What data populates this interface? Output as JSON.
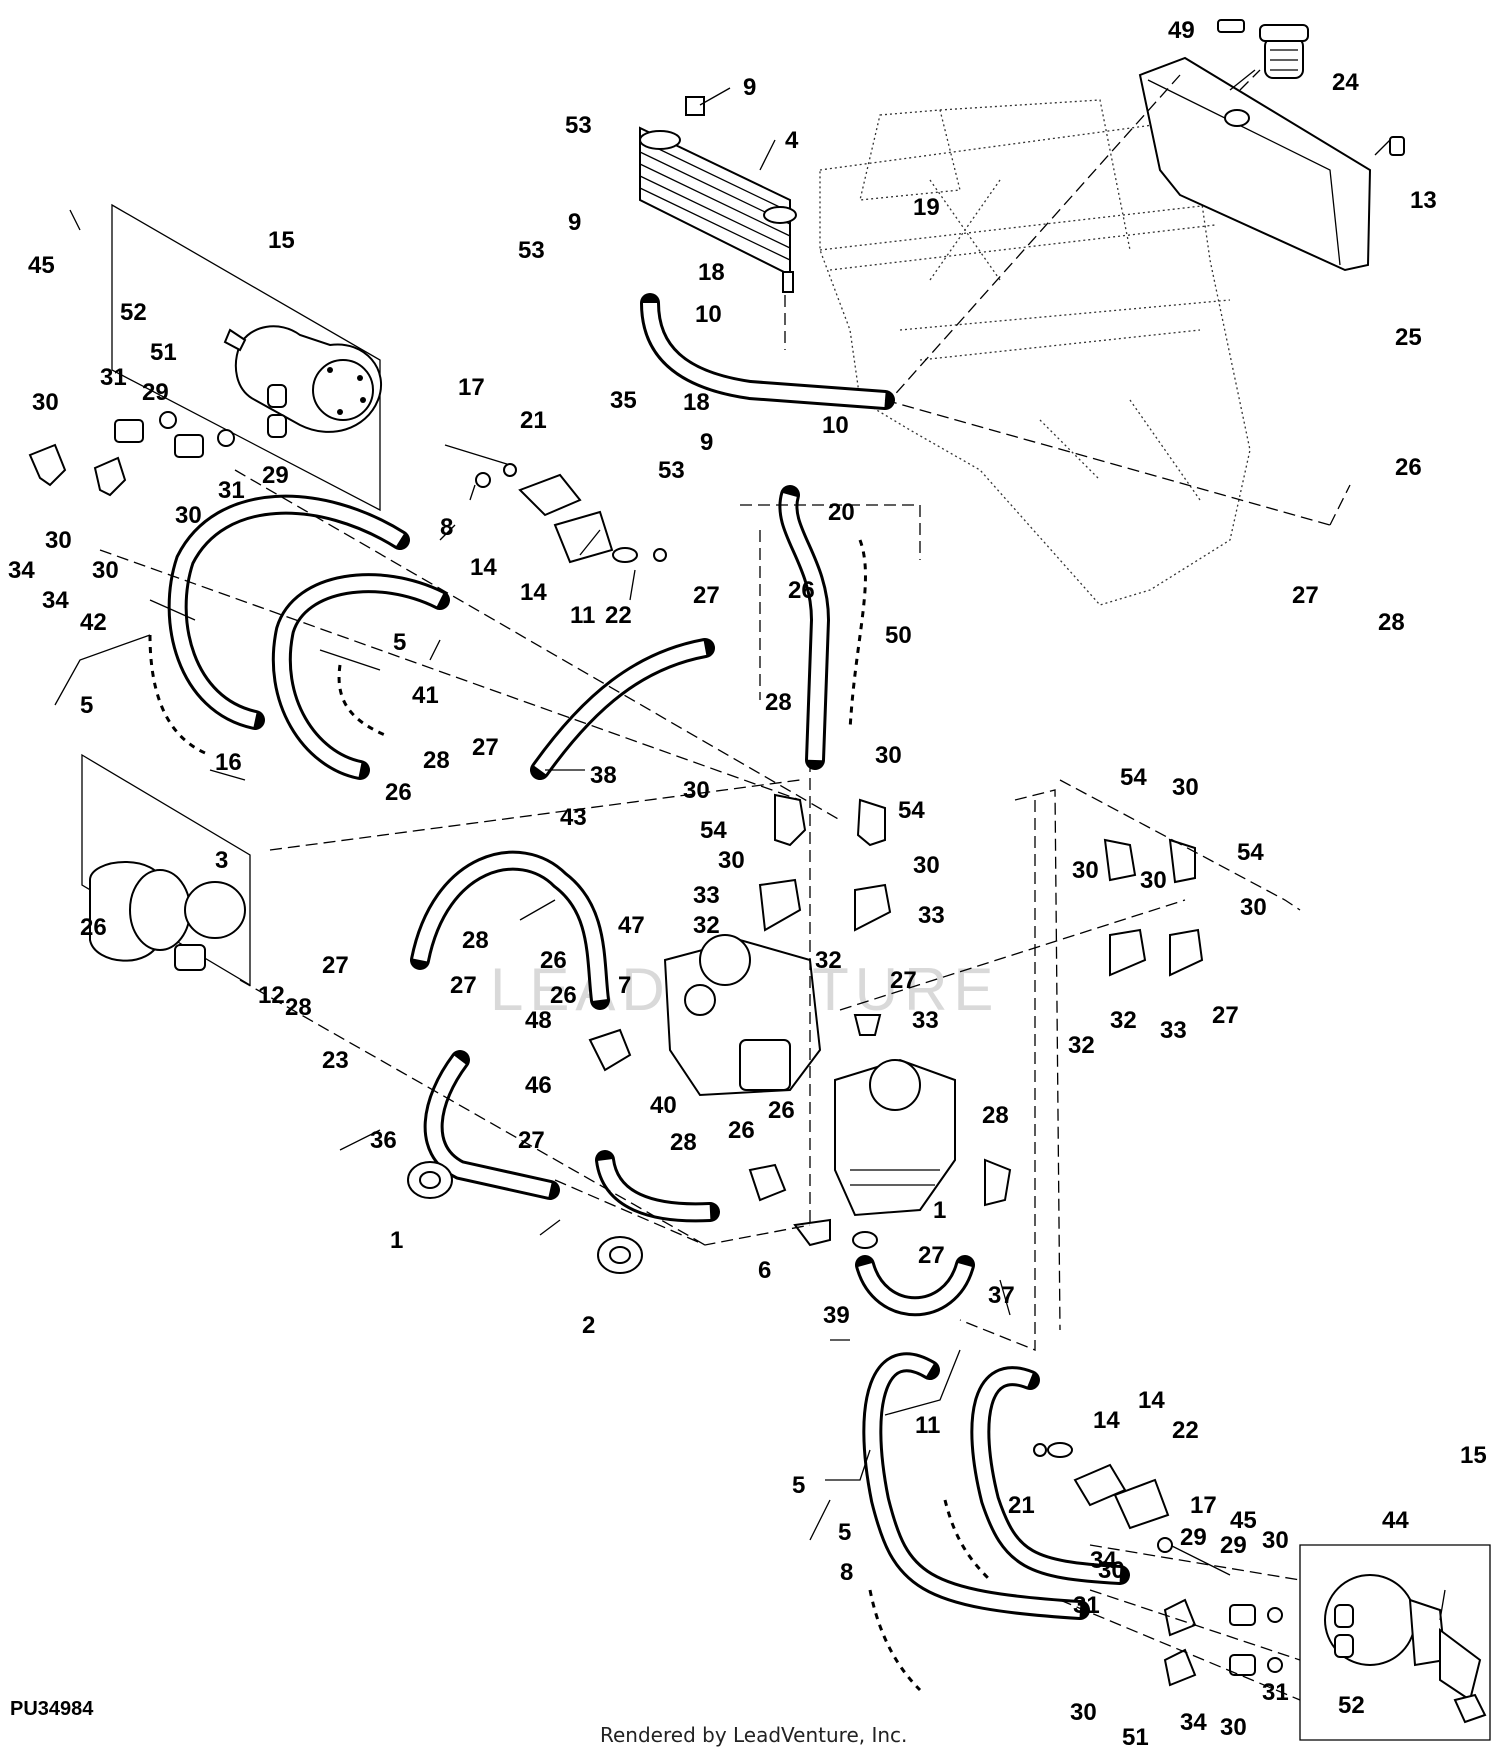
{
  "diagram": {
    "code": "PU34984",
    "watermark": "LEADVENTURE",
    "footer": "Rendered by LeadVenture, Inc.",
    "callouts": [
      {
        "id": "c49",
        "text": "49"
      },
      {
        "id": "c24",
        "text": "24"
      },
      {
        "id": "c13",
        "text": "13"
      },
      {
        "id": "c25",
        "text": "25"
      },
      {
        "id": "c9a",
        "text": "9"
      },
      {
        "id": "c53a",
        "text": "53"
      },
      {
        "id": "c4",
        "text": "4"
      },
      {
        "id": "c19",
        "text": "19"
      },
      {
        "id": "c9b",
        "text": "9"
      },
      {
        "id": "c53b",
        "text": "53"
      },
      {
        "id": "c18a",
        "text": "18"
      },
      {
        "id": "c10a",
        "text": "10"
      },
      {
        "id": "c45a",
        "text": "45"
      },
      {
        "id": "c15a",
        "text": "15"
      },
      {
        "id": "c52a",
        "text": "52"
      },
      {
        "id": "c51a",
        "text": "51"
      },
      {
        "id": "c35",
        "text": "35"
      },
      {
        "id": "c18b",
        "text": "18"
      },
      {
        "id": "c10b",
        "text": "10"
      },
      {
        "id": "c9c",
        "text": "9"
      },
      {
        "id": "c53c",
        "text": "53"
      },
      {
        "id": "c26a",
        "text": "26"
      },
      {
        "id": "c17a",
        "text": "17"
      },
      {
        "id": "c21a",
        "text": "21"
      },
      {
        "id": "c31a",
        "text": "31"
      },
      {
        "id": "c29a",
        "text": "29"
      },
      {
        "id": "c30a",
        "text": "30"
      },
      {
        "id": "c31b",
        "text": "31"
      },
      {
        "id": "c29b",
        "text": "29"
      },
      {
        "id": "c30b",
        "text": "30"
      },
      {
        "id": "c30c",
        "text": "30"
      },
      {
        "id": "c30d",
        "text": "30"
      },
      {
        "id": "c34a",
        "text": "34"
      },
      {
        "id": "c34b",
        "text": "34"
      },
      {
        "id": "c8a",
        "text": "8"
      },
      {
        "id": "c14a",
        "text": "14"
      },
      {
        "id": "c14b",
        "text": "14"
      },
      {
        "id": "c11a",
        "text": "11"
      },
      {
        "id": "c22a",
        "text": "22"
      },
      {
        "id": "c20",
        "text": "20"
      },
      {
        "id": "c27a",
        "text": "27"
      },
      {
        "id": "c27b",
        "text": "27"
      },
      {
        "id": "c28a",
        "text": "28"
      },
      {
        "id": "c26b",
        "text": "26"
      },
      {
        "id": "c28b",
        "text": "28"
      },
      {
        "id": "c50",
        "text": "50"
      },
      {
        "id": "c42",
        "text": "42"
      },
      {
        "id": "c5a",
        "text": "5"
      },
      {
        "id": "c5b",
        "text": "5"
      },
      {
        "id": "c41",
        "text": "41"
      },
      {
        "id": "c16",
        "text": "16"
      },
      {
        "id": "c28c",
        "text": "28"
      },
      {
        "id": "c27c",
        "text": "27"
      },
      {
        "id": "c26c",
        "text": "26"
      },
      {
        "id": "c38",
        "text": "38"
      },
      {
        "id": "c30e",
        "text": "30"
      },
      {
        "id": "c30f",
        "text": "30"
      },
      {
        "id": "c54a",
        "text": "54"
      },
      {
        "id": "c54b",
        "text": "54"
      },
      {
        "id": "c54c",
        "text": "54"
      },
      {
        "id": "c30g",
        "text": "30"
      },
      {
        "id": "c54d",
        "text": "54"
      },
      {
        "id": "c3",
        "text": "3"
      },
      {
        "id": "c43",
        "text": "43"
      },
      {
        "id": "c30h",
        "text": "30"
      },
      {
        "id": "c30i",
        "text": "30"
      },
      {
        "id": "c30j",
        "text": "30"
      },
      {
        "id": "c30k",
        "text": "30"
      },
      {
        "id": "c30l",
        "text": "30"
      },
      {
        "id": "c33a",
        "text": "33"
      },
      {
        "id": "c33b",
        "text": "33"
      },
      {
        "id": "c32a",
        "text": "32"
      },
      {
        "id": "c32b",
        "text": "32"
      },
      {
        "id": "c47",
        "text": "47"
      },
      {
        "id": "c26d",
        "text": "26"
      },
      {
        "id": "c28d",
        "text": "28"
      },
      {
        "id": "c27d",
        "text": "27"
      },
      {
        "id": "c27e",
        "text": "27"
      },
      {
        "id": "c26e",
        "text": "26"
      },
      {
        "id": "c26f",
        "text": "26"
      },
      {
        "id": "c7",
        "text": "7"
      },
      {
        "id": "c12",
        "text": "12"
      },
      {
        "id": "c28e",
        "text": "28"
      },
      {
        "id": "c23",
        "text": "23"
      },
      {
        "id": "c27f",
        "text": "27"
      },
      {
        "id": "c48",
        "text": "48"
      },
      {
        "id": "c46",
        "text": "46"
      },
      {
        "id": "c33c",
        "text": "33"
      },
      {
        "id": "c32c",
        "text": "32"
      },
      {
        "id": "c32d",
        "text": "32"
      },
      {
        "id": "c33d",
        "text": "33"
      },
      {
        "id": "c27g",
        "text": "27"
      },
      {
        "id": "c40",
        "text": "40"
      },
      {
        "id": "c36",
        "text": "36"
      },
      {
        "id": "c27h",
        "text": "27"
      },
      {
        "id": "c28f",
        "text": "28"
      },
      {
        "id": "c26g",
        "text": "26"
      },
      {
        "id": "c26h",
        "text": "26"
      },
      {
        "id": "c28g",
        "text": "28"
      },
      {
        "id": "c1a",
        "text": "1"
      },
      {
        "id": "c1b",
        "text": "1"
      },
      {
        "id": "c2",
        "text": "2"
      },
      {
        "id": "c6",
        "text": "6"
      },
      {
        "id": "c27i",
        "text": "27"
      },
      {
        "id": "c37",
        "text": "37"
      },
      {
        "id": "c39",
        "text": "39"
      },
      {
        "id": "c11b",
        "text": "11"
      },
      {
        "id": "c14c",
        "text": "14"
      },
      {
        "id": "c14d",
        "text": "14"
      },
      {
        "id": "c22b",
        "text": "22"
      },
      {
        "id": "c21b",
        "text": "21"
      },
      {
        "id": "c17b",
        "text": "17"
      },
      {
        "id": "c45b",
        "text": "45"
      },
      {
        "id": "c15b",
        "text": "15"
      },
      {
        "id": "c44",
        "text": "44"
      },
      {
        "id": "c5c",
        "text": "5"
      },
      {
        "id": "c5d",
        "text": "5"
      },
      {
        "id": "c8b",
        "text": "8"
      },
      {
        "id": "c34c",
        "text": "34"
      },
      {
        "id": "c30m",
        "text": "30"
      },
      {
        "id": "c31c",
        "text": "31"
      },
      {
        "id": "c29c",
        "text": "29"
      },
      {
        "id": "c30n",
        "text": "30"
      },
      {
        "id": "c29d",
        "text": "29"
      },
      {
        "id": "c31d",
        "text": "31"
      },
      {
        "id": "c30o",
        "text": "30"
      },
      {
        "id": "c30p",
        "text": "30"
      },
      {
        "id": "c34d",
        "text": "34"
      },
      {
        "id": "c51b",
        "text": "51"
      },
      {
        "id": "c52b",
        "text": "52"
      }
    ]
  }
}
